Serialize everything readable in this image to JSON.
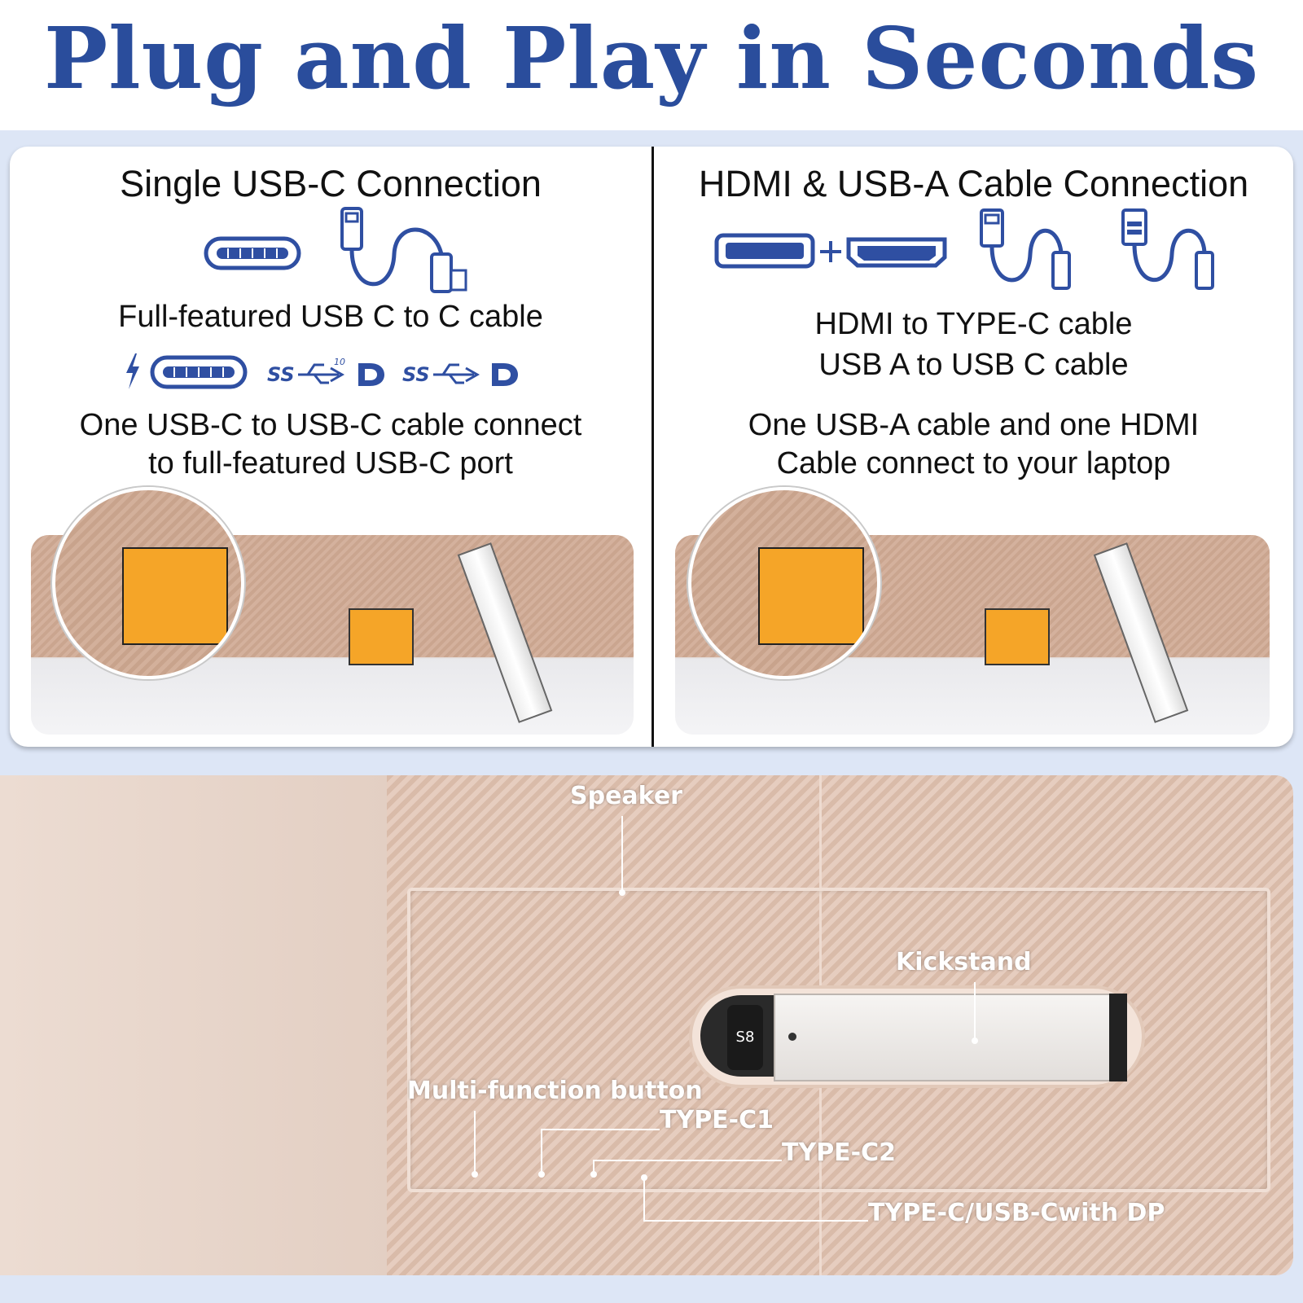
{
  "hero": {
    "title": "Plug and Play in Seconds"
  },
  "left": {
    "heading": "Single USB-C Connection",
    "cable_caption": "Full-featured USB C to C cable",
    "spec_icons": [
      "lightning-icon",
      "usb-c-port-icon",
      "superspeed-usb-10-icon",
      "displayport-icon",
      "superspeed-usb-icon",
      "displayport-icon"
    ],
    "description": [
      "One USB-C to USB-C cable connect",
      "to full-featured USB-C port"
    ]
  },
  "right": {
    "heading": "HDMI & USB-A Cable Connection",
    "cable_caption": [
      "HDMI to TYPE-C cable",
      "USB A to USB C cable"
    ],
    "description": [
      "One USB-A cable and one HDMI",
      "Cable connect to your laptop"
    ]
  },
  "device": {
    "labels": {
      "speaker": "Speaker",
      "kickstand": "Kickstand",
      "multi_button": "Multi-function button",
      "type_c1": "TYPE-C1",
      "type_c2": "TYPE-C2",
      "type_c_dp": "TYPE-C/USB-Cwith DP"
    }
  },
  "colors": {
    "accent": "#2a4d9c",
    "icon_blue": "#2f4fa2",
    "background": "#dde6f6"
  }
}
